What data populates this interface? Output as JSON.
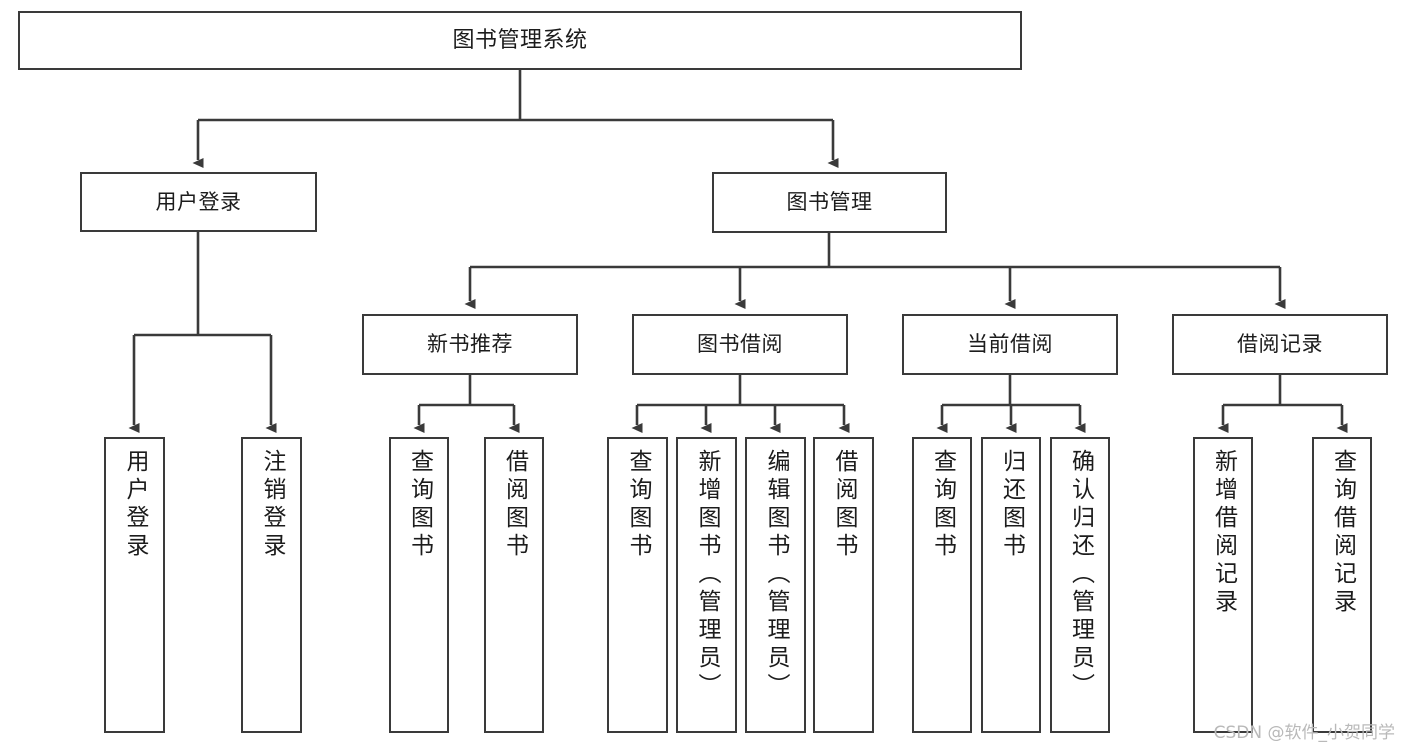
{
  "diagram": {
    "type": "tree-hierarchy-chart",
    "title": "图书管理系统",
    "orientation": "top-down",
    "colors": {
      "box_border": "#3a3a3a",
      "box_fill": "#ffffff",
      "edge": "#3a3a3a",
      "text": "#1c1c1c",
      "watermark": "#b9b9b9",
      "background": "#ffffff"
    }
  },
  "nodes": {
    "root": {
      "label": "图书管理系统"
    },
    "level1": [
      {
        "id": "user-login",
        "label": "用户登录"
      },
      {
        "id": "book-management",
        "label": "图书管理"
      }
    ],
    "level2": [
      {
        "id": "new-book-recommend",
        "label": "新书推荐"
      },
      {
        "id": "book-borrow",
        "label": "图书借阅"
      },
      {
        "id": "current-borrow",
        "label": "当前借阅"
      },
      {
        "id": "borrow-record",
        "label": "借阅记录"
      }
    ],
    "leaves": {
      "user-login": [
        {
          "id": "leaf-user-login",
          "label": "用户登录"
        },
        {
          "id": "leaf-logout-login",
          "label": "注销登录"
        }
      ],
      "new-book-recommend": [
        {
          "id": "leaf-query-book-1",
          "label": "查询图书"
        },
        {
          "id": "leaf-borrow-book-1",
          "label": "借阅图书"
        }
      ],
      "book-borrow": [
        {
          "id": "leaf-query-book-2",
          "label": "查询图书"
        },
        {
          "id": "leaf-add-book",
          "label": "新增图书（管理员）"
        },
        {
          "id": "leaf-edit-book",
          "label": "编辑图书（管理员）"
        },
        {
          "id": "leaf-borrow-book-2",
          "label": "借阅图书"
        }
      ],
      "current-borrow": [
        {
          "id": "leaf-query-book-3",
          "label": "查询图书"
        },
        {
          "id": "leaf-return-book",
          "label": "归还图书"
        },
        {
          "id": "leaf-confirm-return",
          "label": "确认归还（管理员）"
        }
      ],
      "borrow-record": [
        {
          "id": "leaf-add-record",
          "label": "新增借阅记录"
        },
        {
          "id": "leaf-query-record",
          "label": "查询借阅记录"
        }
      ]
    }
  },
  "watermark": {
    "text": "CSDN @软件_小贺同学"
  }
}
